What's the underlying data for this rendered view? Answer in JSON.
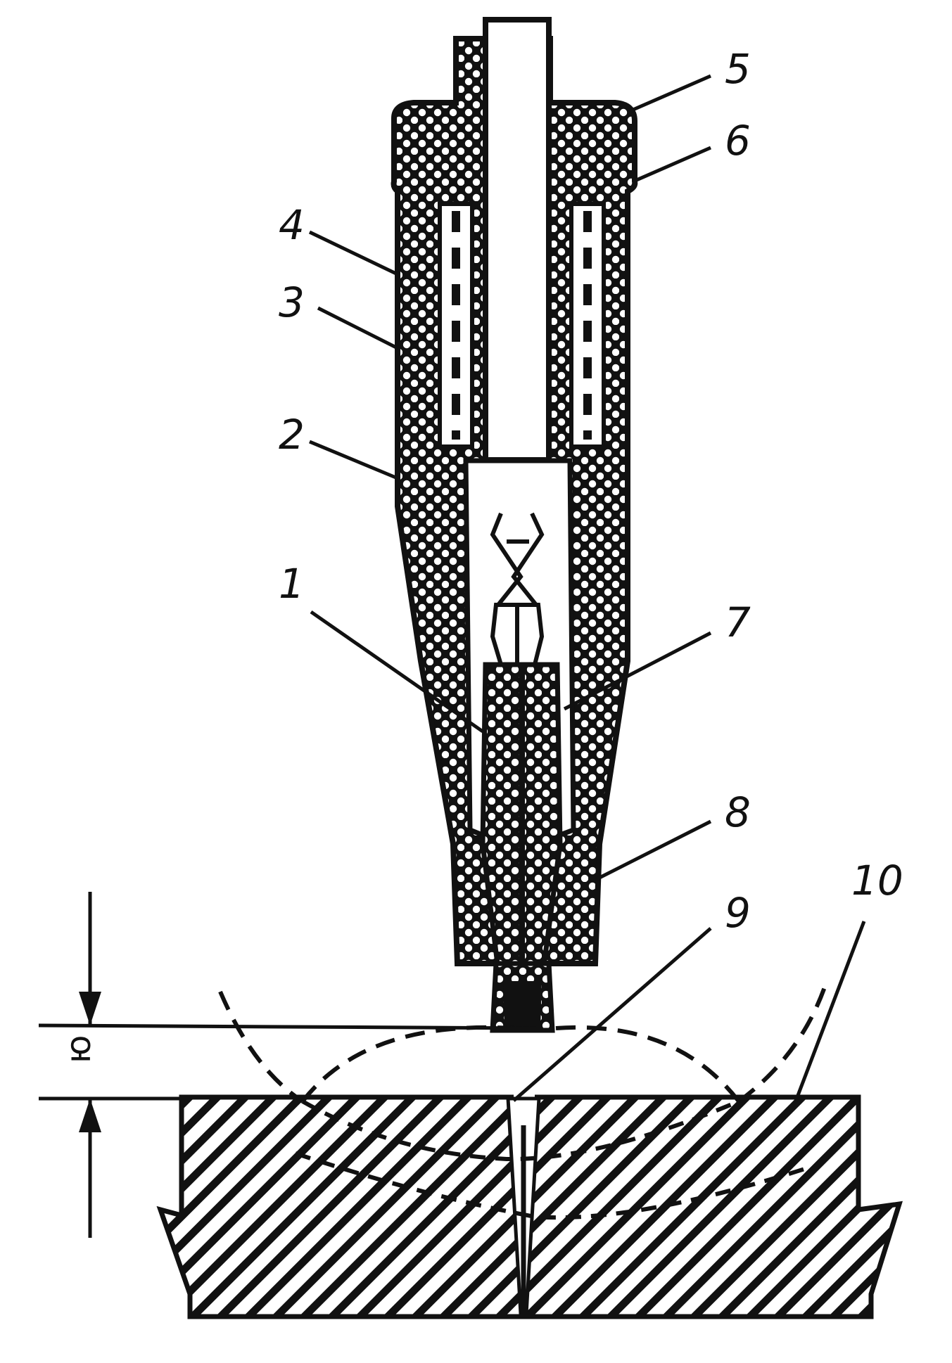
{
  "diagram": {
    "colors": {
      "ink": "#111111",
      "paper": "#ffffff"
    },
    "callouts": [
      {
        "id": "c1",
        "label": "1"
      },
      {
        "id": "c2",
        "label": "2"
      },
      {
        "id": "c3",
        "label": "3"
      },
      {
        "id": "c4",
        "label": "4"
      },
      {
        "id": "c5",
        "label": "5"
      },
      {
        "id": "c6",
        "label": "6"
      },
      {
        "id": "c7",
        "label": "7"
      },
      {
        "id": "c8",
        "label": "8"
      },
      {
        "id": "c9",
        "label": "9"
      },
      {
        "id": "c10",
        "label": "10"
      }
    ],
    "dimension_label": "ю"
  }
}
